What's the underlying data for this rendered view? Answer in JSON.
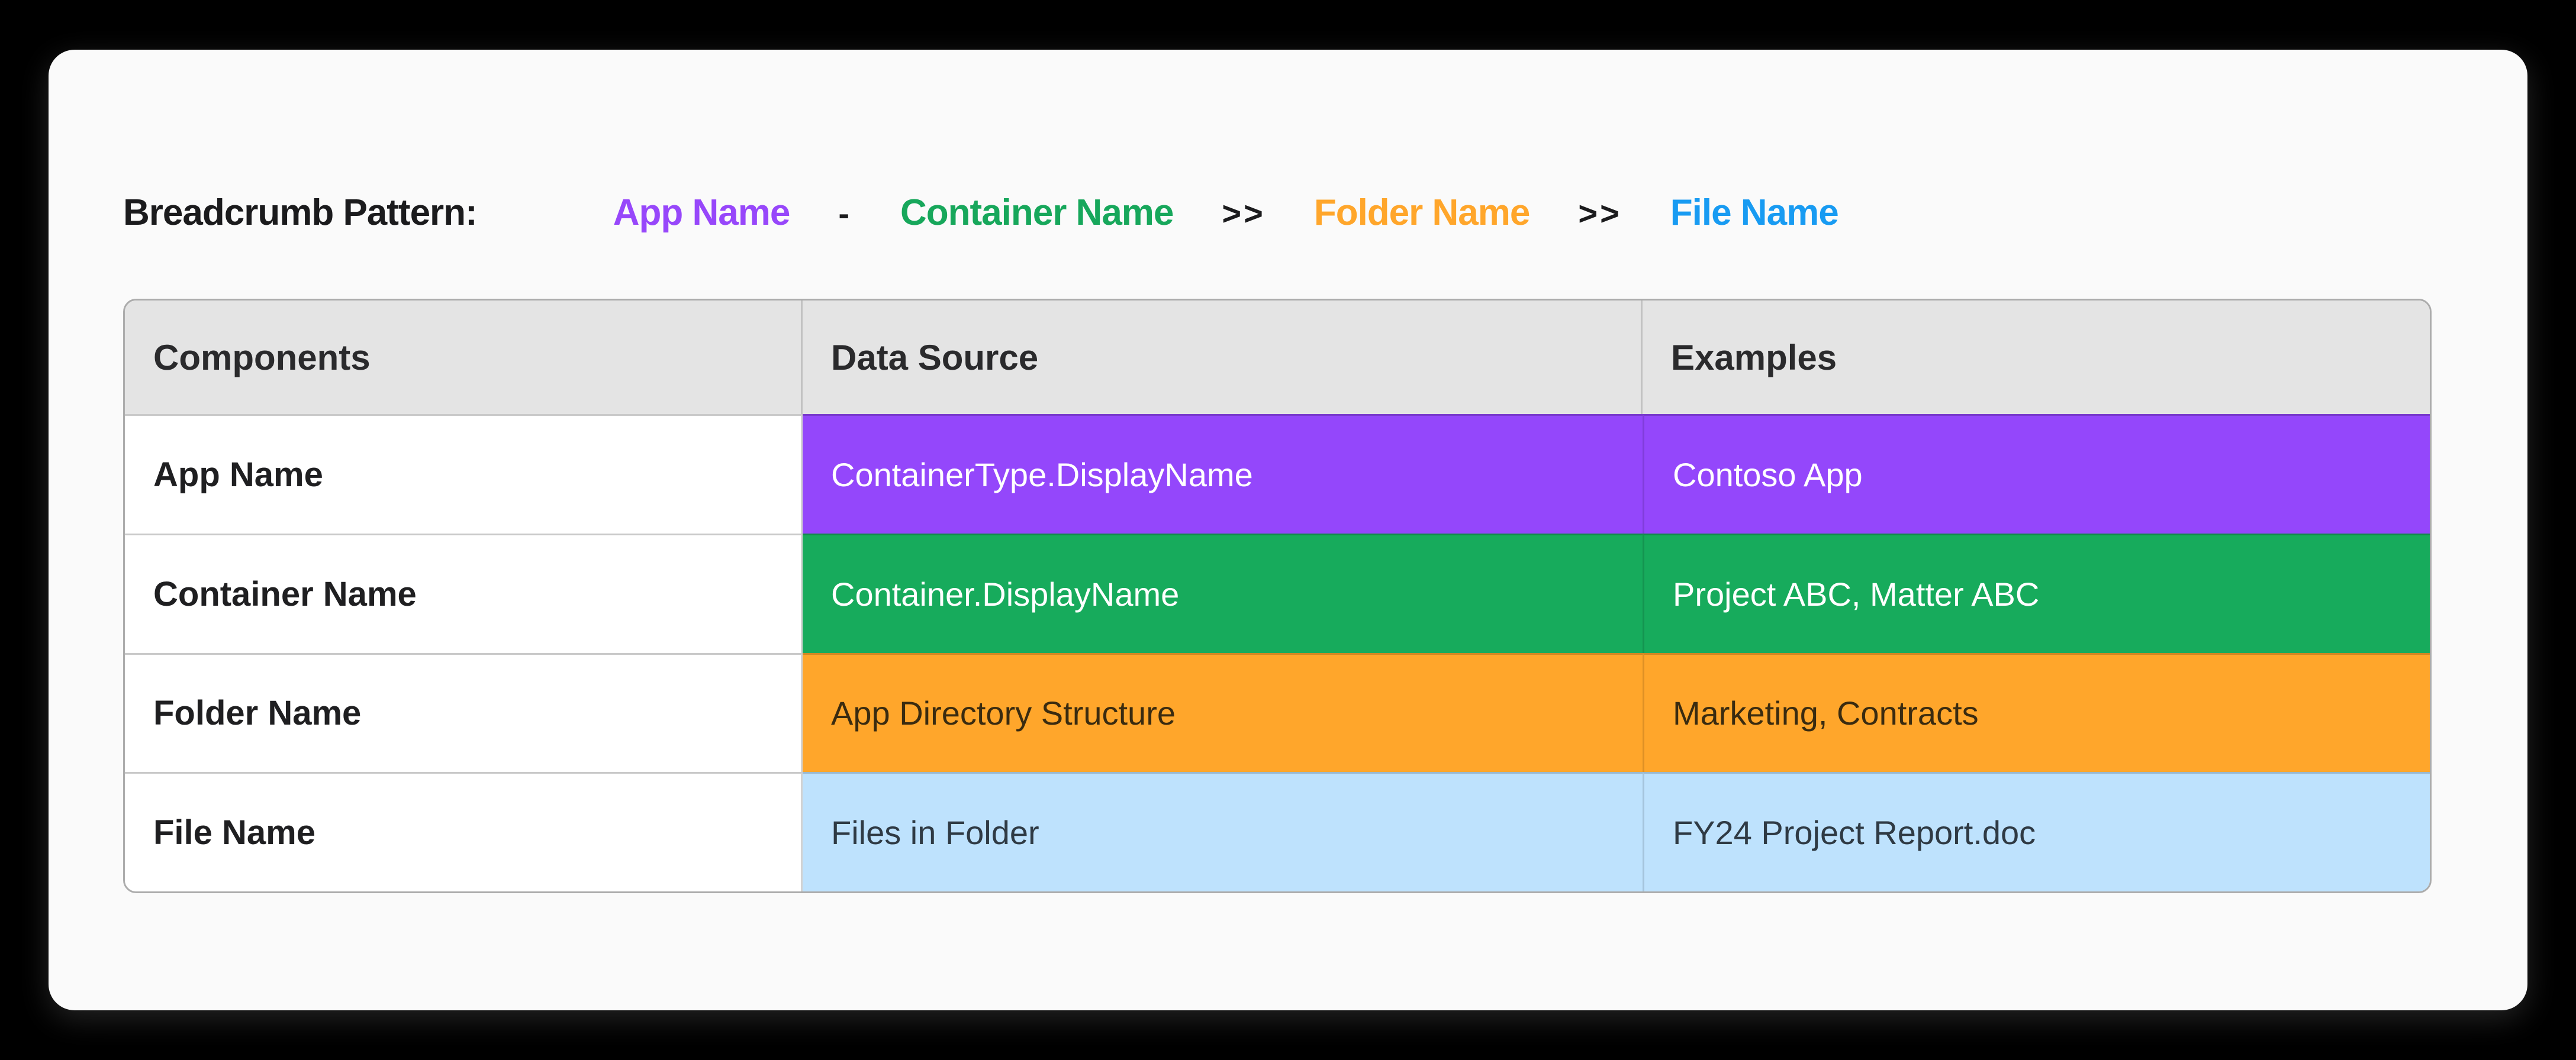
{
  "page": {
    "background": "#000000",
    "card_background": "#FAFAFA"
  },
  "breadcrumb": {
    "title": "Breadcrumb Pattern:",
    "segments": [
      {
        "label": "App Name",
        "color": "#9747FA"
      },
      {
        "label": "Container Name",
        "color": "#17A75B"
      },
      {
        "label": "Folder Name",
        "color": "#FFA62B"
      },
      {
        "label": "File Name",
        "color": "#189BF2"
      }
    ],
    "separators": [
      "-",
      ">>",
      ">>"
    ]
  },
  "table": {
    "header_bg": "#E4E4E4",
    "headers": [
      "Components",
      "Data Source",
      "Examples"
    ],
    "rows": [
      {
        "component": "App Name",
        "data_source": "ContainerType.DisplayName",
        "examples": "Contoso App",
        "bg": "#9447FB",
        "fg": "#FFFFFF"
      },
      {
        "component": "Container Name",
        "data_source": "Container.DisplayName",
        "examples": "Project ABC, Matter ABC",
        "bg": "#17AB5C",
        "fg": "#FFFFFF"
      },
      {
        "component": "Folder Name",
        "data_source": "App Directory Structure",
        "examples": "Marketing, Contracts",
        "bg": "#FFA62B",
        "fg": "#3A2B10"
      },
      {
        "component": "File Name",
        "data_source": "Files in Folder",
        "examples": "FY24 Project Report.doc",
        "bg": "#BEE2FD",
        "fg": "#2F3A44"
      }
    ]
  }
}
